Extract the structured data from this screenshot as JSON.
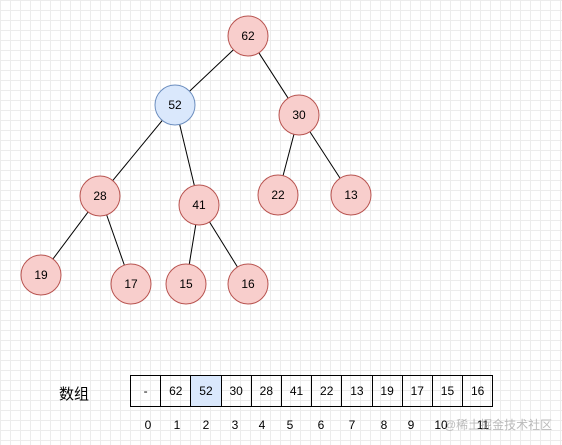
{
  "tree": {
    "root": {
      "label": "62",
      "highlight": false
    },
    "nodes": [
      {
        "id": "n62",
        "label": "62",
        "highlight": false
      },
      {
        "id": "n52",
        "label": "52",
        "highlight": true
      },
      {
        "id": "n30",
        "label": "30",
        "highlight": false
      },
      {
        "id": "n28",
        "label": "28",
        "highlight": false
      },
      {
        "id": "n41",
        "label": "41",
        "highlight": false
      },
      {
        "id": "n22",
        "label": "22",
        "highlight": false
      },
      {
        "id": "n13",
        "label": "13",
        "highlight": false
      },
      {
        "id": "n19",
        "label": "19",
        "highlight": false
      },
      {
        "id": "n17",
        "label": "17",
        "highlight": false
      },
      {
        "id": "n15",
        "label": "15",
        "highlight": false
      },
      {
        "id": "n16",
        "label": "16",
        "highlight": false
      }
    ],
    "edges": [
      [
        "n62",
        "n52"
      ],
      [
        "n62",
        "n30"
      ],
      [
        "n52",
        "n28"
      ],
      [
        "n52",
        "n41"
      ],
      [
        "n30",
        "n22"
      ],
      [
        "n30",
        "n13"
      ],
      [
        "n28",
        "n19"
      ],
      [
        "n28",
        "n17"
      ],
      [
        "n41",
        "n15"
      ],
      [
        "n41",
        "n16"
      ]
    ]
  },
  "array": {
    "label": "数组",
    "cells": [
      "-",
      "62",
      "52",
      "30",
      "28",
      "41",
      "22",
      "13",
      "19",
      "17",
      "15",
      "16"
    ],
    "highlight_index": 2,
    "indices": [
      "0",
      "1",
      "2",
      "3",
      "4",
      "5",
      "6",
      "7",
      "8",
      "9",
      "10",
      "11"
    ]
  },
  "watermark": "@稀土掘金技术社区",
  "colors": {
    "node_fill": "#f8cecc",
    "node_stroke": "#b85450",
    "highlight_fill": "#dae8fc",
    "highlight_stroke": "#6c8ebf",
    "edge": "#000000"
  }
}
